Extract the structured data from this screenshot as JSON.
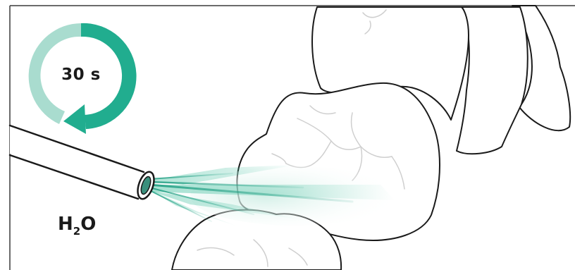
{
  "timer": {
    "label": "30 s"
  },
  "substance": {
    "main_left": "H",
    "subscript": "2",
    "main_right": "O"
  },
  "colors": {
    "timer_dark": "#21ad8f",
    "timer_light": "#a9dccf",
    "spray": "#3dbd9c",
    "outline": "#1a1a1a",
    "tooth_fissure": "#cfcfcf"
  },
  "icons": [
    "countdown-timer-icon",
    "rotation-arrow-icon",
    "water-syringe-tip-icon",
    "water-spray-icon",
    "tooth-icon"
  ]
}
